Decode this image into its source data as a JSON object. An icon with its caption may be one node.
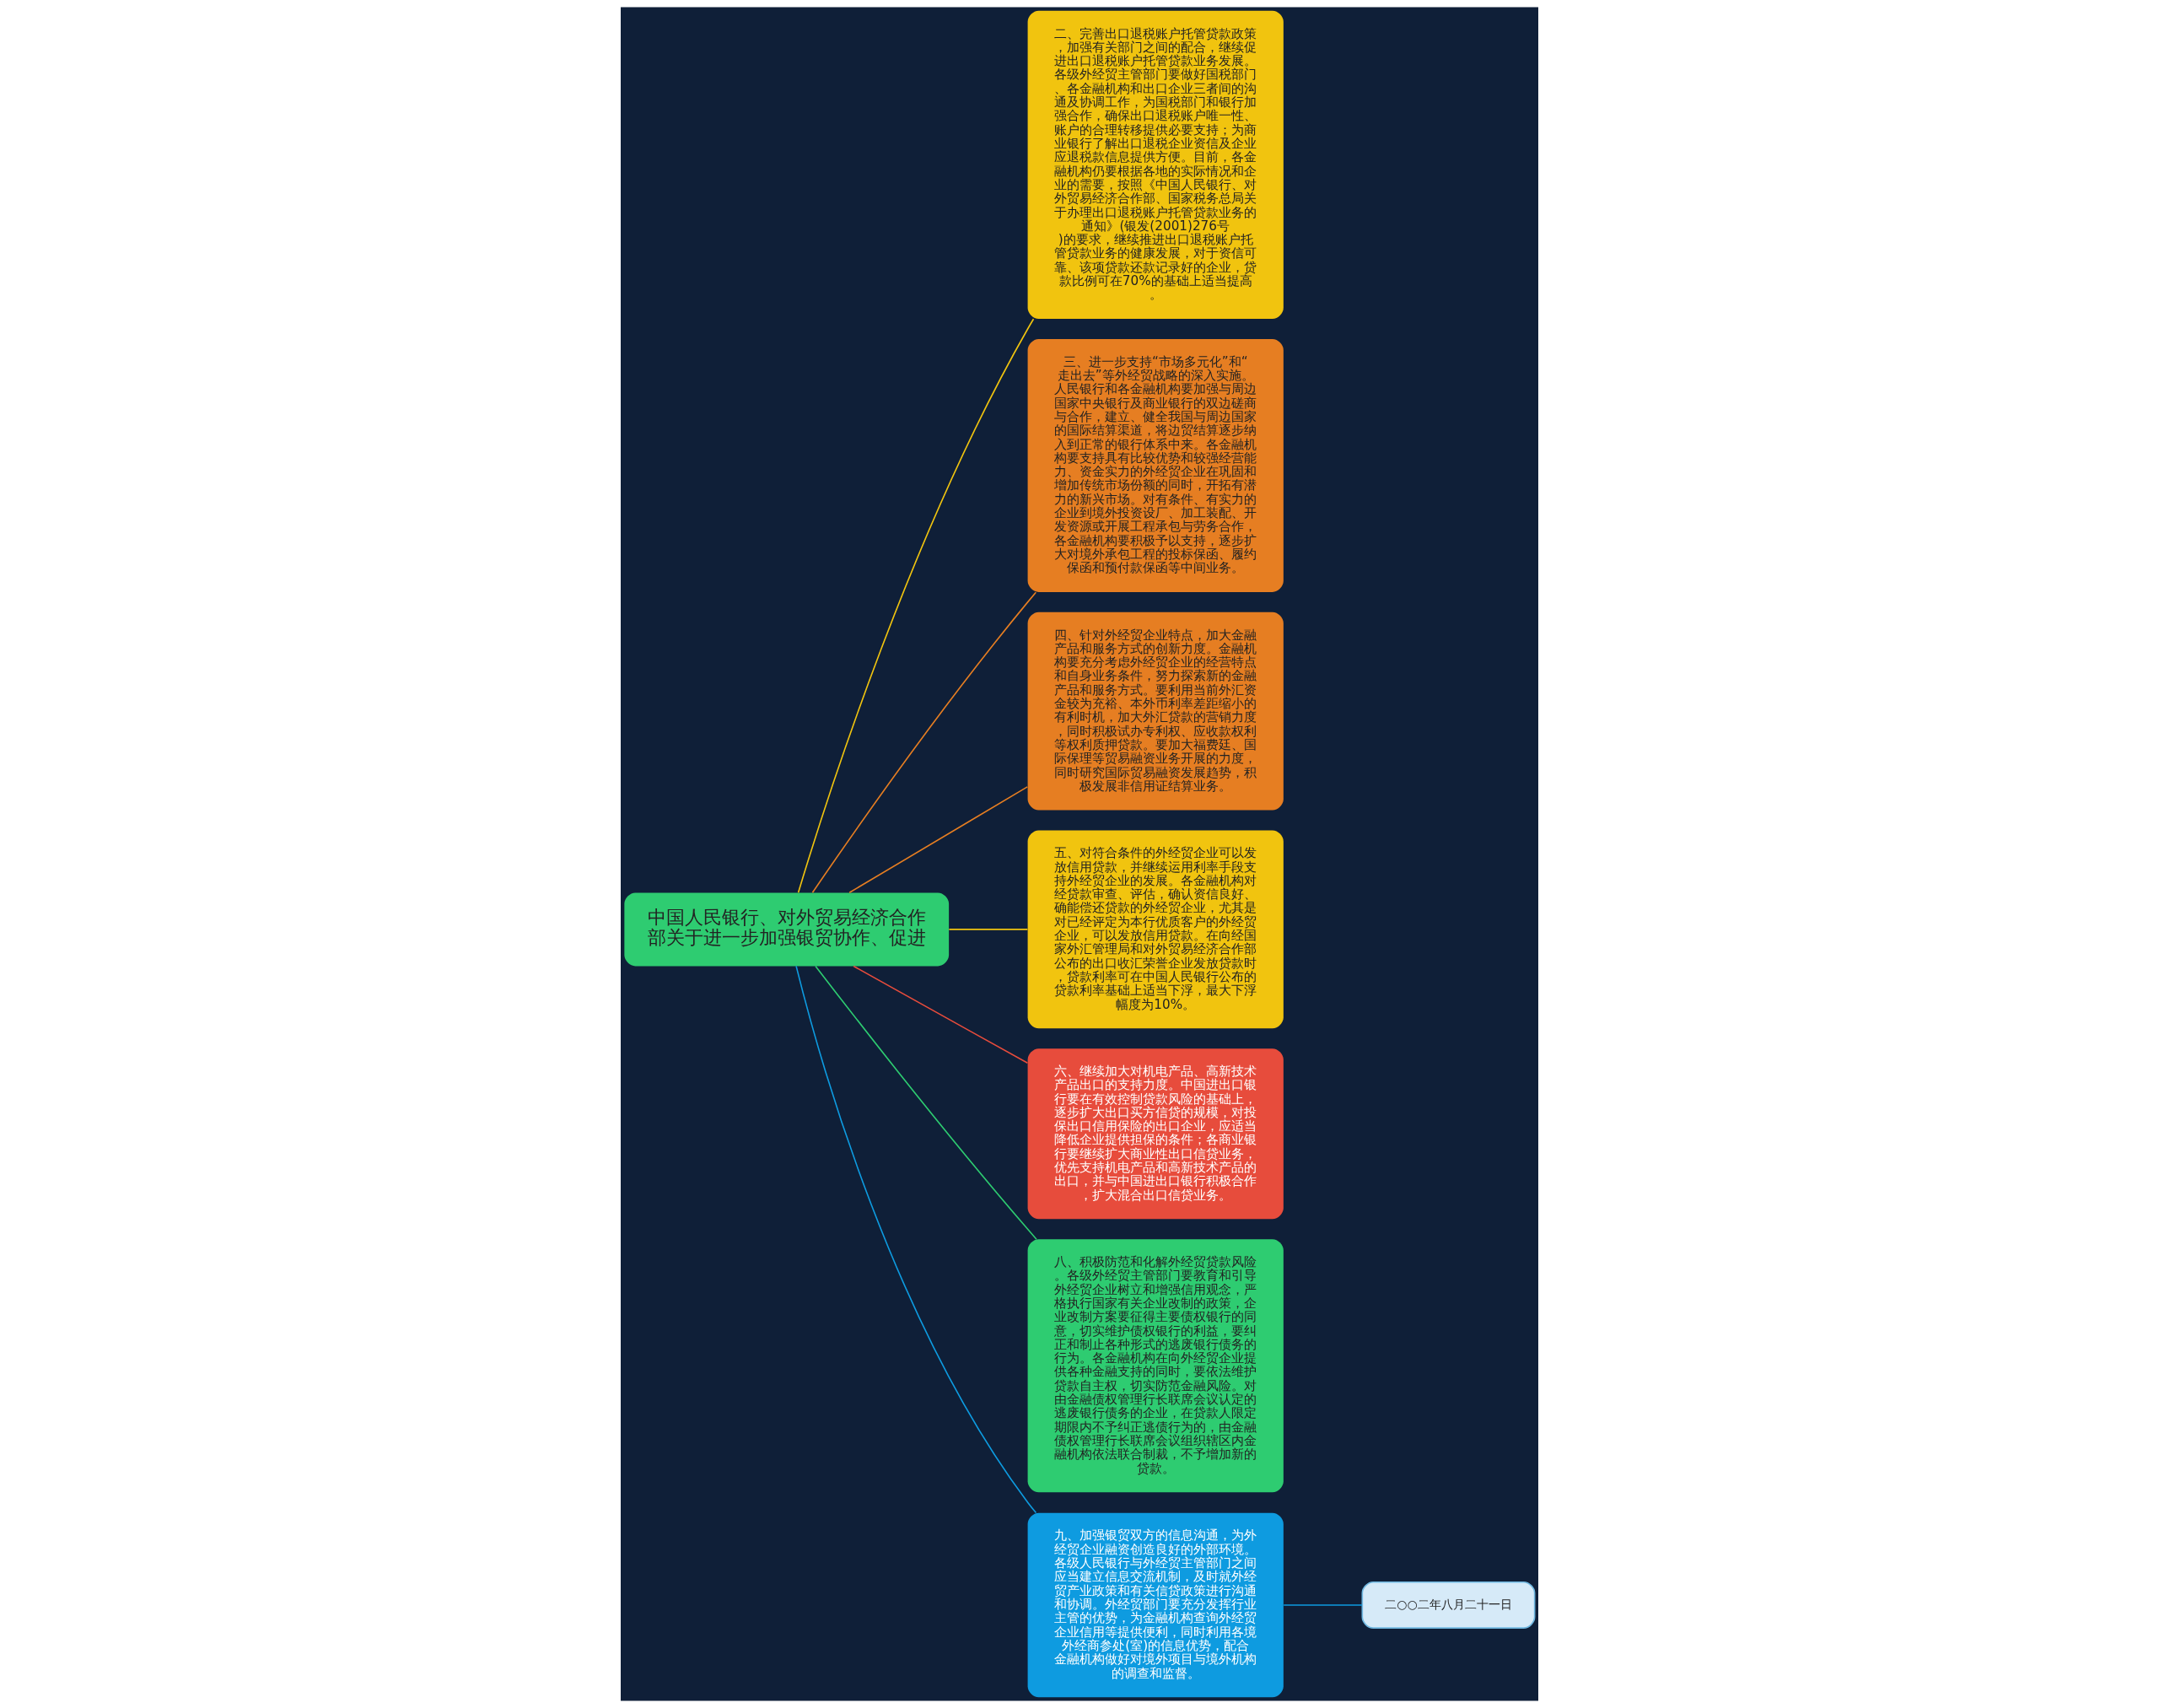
{
  "diagram": {
    "nodes": [
      {
        "text": [
          "中国人民银行、对外贸易经济合作部关于进一步加强银贸协作、促进"
        ]
      },
      {
        "text": [
          "二、完善出口退税账户托管贷款政策，加强有关部门之间的配合，继续促进出口退税账户托管贷款业务发展。各级外经贸主管部门要做好国税部门、各金融机构和出口企业三者间的沟通及协调工作，为国税部门和银行加强合作，确保出口退税账户唯一性、账户的合理转移提供必要支持；为商业银行了解出口退税企业资信及企业应退税款信息提供方便。目前，各金融机构仍要根据各地的实际情况和企业的需要，按照《中国人民银行、对外贸易经济合作部、国家税务总局关于办理出口退税账户托管贷款业务的通知》(银发(2001)276号)的要求，继续推进出口退税账户托管贷款业务的健康发展，对于资信可靠、该项贷款还款记录好的企业，贷款比例可在70%的基础上适当提高。"
        ]
      },
      {
        "text": [
          "三、进一步支持“市场多元化”和“走出去”等外经贸战略的深入实施。人民银行和各金融机构要加强与周边国家中央银行及商业银行的双边磋商与合作，建立、健全我国与周边国家的国际结算渠道，将边贸结算逐步纳入到正常的银行体系中来。各金融机构要支持具有比较优势和较强经营能力、资金实力的外经贸企业在巩固和增加传统市场份额的同时，开拓有潜力的新兴市场。对有条件、有实力的企业到境外投资设厂、加工装配、开发资源或开展工程承包与劳务合作，各金融机构要积极予以支持，逐步扩大对境外承包工程的投标保函、履约保函和预付款保函等中间业务。"
        ]
      },
      {
        "text": [
          "四、针对外经贸企业特点，加大金融产品和服务方式的创新力度。金融机构要充分考虑外经贸企业的经营特点和自身业务条件，努力探索新的金融产品和服务方式。要利用当前外汇资金较为充裕、本外币利率差距缩小的有利时机，加大外汇贷款的营销力度，同时积极试办专利权、应收款权利等权利质押贷款。要加大福费廷、国际保理等贸易融资业务开展的力度，同时研究国际贸易融资发展趋势，积极发展非信用证结算业务。"
        ]
      },
      {
        "text": [
          "五、对符合条件的外经贸企业可以发放信用贷款，并继续运用利率手段支持外经贸企业的发展。各金融机构对经贷款审查、评估，确认资信良好、确能偿还贷款的外经贸企业，尤其是对已经评定为本行优质客户的外经贸企业，可以发放信用贷款。在向经国家外汇管理局和对外贸易经济合作部公布的出口收汇荣誉企业发放贷款时，贷款利率可在中国人民银行公布的贷款利率基础上适当下浮，最大下浮幅度为10%。"
        ]
      },
      {
        "text": [
          "六、继续加大对机电产品、高新技术产品出口的支持力度。中国进出口银行要在有效控制贷款风险的基础上，逐步扩大出口买方信贷的规模，对投保出口信用保险的出口企业，应适当降低企业提供担保的条件；各商业银行要继续扩大商业性出口信贷业务，优先支持机电产品和高新技术产品的出口，并与中国进出口银行积极合作，扩大混合出口信贷业务。"
        ]
      },
      {
        "text": [
          "八、积极防范和化解外经贸贷款风险。各级外经贸主管部门要教育和引导外经贸企业树立和增强信用观念，严格执行国家有关企业改制的政策，企业改制方案要征得主要债权银行的同意，切实维护债权银行的利益，要纠正和制止各种形式的逃废银行债务的行为。各金融机构在向外经贸企业提供各种金融支持的同时，要依法维护贷款自主权，切实防范金融风险。对由金融债权管理行长联席会议认定的逃废银行债务的企业，在贷款人限定期限内不予纠正逃债行为的，由金融债权管理行长联席会议组织辖区内金融机构依法联合制裁，不予增加新的贷款。"
        ]
      },
      {
        "text": [
          "九、加强银贸双方的信息沟通，为外经贸企业融资创造良好的外部环境。各级人民银行与外经贸主管部门之间应当建立信息交流机制，及时就外经贸产业政策和有关信贷政策进行沟通和协调。外经贸部门要充分发挥行业主管的优势，为金融机构查询外经贸企业信用等提供便利，同时利用各境外经商参处(室)的信息优势，配合金融机构做好对境外项目与境外机构的调查和监督。"
        ]
      },
      {
        "text": [
          "二○○二年八月二十一日"
        ]
      }
    ],
    "edges": [
      {
        "from": 0,
        "to": 1,
        "arrow": "none",
        "color": "#f1c40f"
      },
      {
        "from": 0,
        "to": 2,
        "arrow": "none",
        "color": "#e67e22"
      },
      {
        "from": 0,
        "to": 3,
        "arrow": "none",
        "color": "#e67e22"
      },
      {
        "from": 0,
        "to": 4,
        "arrow": "none",
        "color": "#f1c40f"
      },
      {
        "from": 0,
        "to": 5,
        "arrow": "none",
        "color": "#e74c3c"
      },
      {
        "from": 0,
        "to": 6,
        "arrow": "none",
        "color": "#2ecc71"
      },
      {
        "from": 0,
        "to": 7,
        "arrow": "none",
        "color": "#0e9be0"
      },
      {
        "from": 7,
        "to": 8,
        "arrow": "none",
        "color": "#0e9be0"
      }
    ]
  }
}
